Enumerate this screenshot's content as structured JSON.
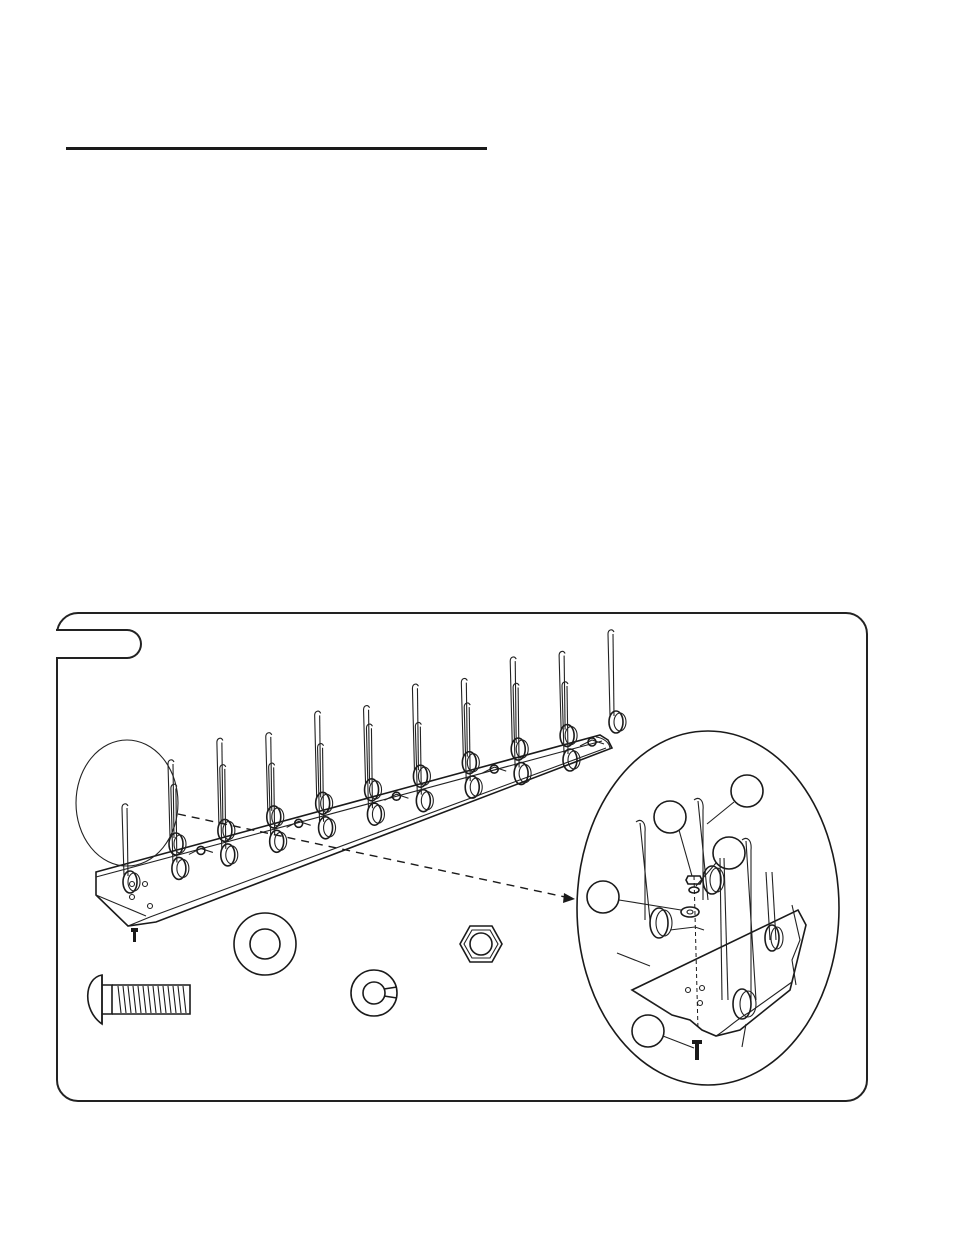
{
  "page": {
    "title_rule": "",
    "figure_number": ""
  },
  "figure": {
    "callouts": [
      "",
      "",
      "",
      "",
      ""
    ],
    "parts": [
      {
        "name": "carriage-bolt"
      },
      {
        "name": "flat-washer"
      },
      {
        "name": "lock-washer"
      },
      {
        "name": "hex-nut"
      }
    ]
  },
  "colors": {
    "ink": "#1a1a1a",
    "paper": "#ffffff"
  }
}
